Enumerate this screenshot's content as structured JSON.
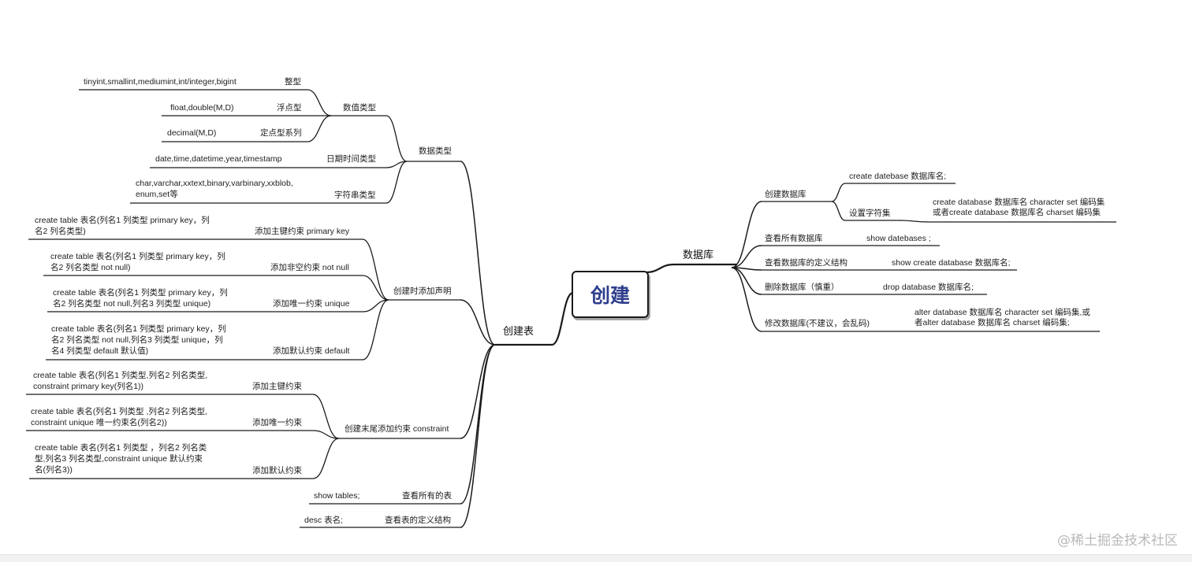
{
  "root": "创建",
  "database": {
    "label": "数据库",
    "create_db": "创建数据库",
    "create_stmt": "create datebase 数据库名;",
    "set_charset": "设置字符集",
    "set_charset_stmt_1": "create database 数据库名 character set 编码集",
    "set_charset_stmt_2": "或者create database 数据库名 charset 编码集",
    "show_all": "查看所有数据库",
    "show_all_stmt": "show datebases ;",
    "show_def": "查看数据库的定义结构",
    "show_def_stmt": "show create database 数据库名;",
    "drop": "删除数据库（慎重）",
    "drop_stmt": "drop database 数据库名;",
    "alter": "修改数据库(不建议，会乱码)",
    "alter_stmt_1": "alter database 数据库名 character set 编码集,或",
    "alter_stmt_2": "者alter database 数据库名 charset 编码集;"
  },
  "table": {
    "label": "创建表",
    "types": {
      "label": "数据类型",
      "numeric": "数值类型",
      "int_label": "整型",
      "int_values": "tinyint,smallint,mediumint,int/integer,bigint",
      "float_label": "浮点型",
      "float_values": "float,double(M,D)",
      "fixed_label": "定点型系列",
      "fixed_values": "decimal(M,D)",
      "datetime_label": "日期时间类型",
      "datetime_values": "date,time,datetime,year,timestamp",
      "string_label": "字符串类型",
      "string_values_1": "char,varchar,xxtext,binary,varbinary,xxblob,",
      "string_values_2": "enum,set等"
    },
    "inline": {
      "label": "创建时添加声明",
      "pk_label": "添加主键约束 primary key",
      "pk_1": "create table 表名(列名1 列类型 primary key，列",
      "pk_2": "名2 列名类型)",
      "nn_label": "添加非空约束 not null",
      "nn_1": "create table 表名(列名1 列类型 primary key，列",
      "nn_2": "名2 列名类型 not null)",
      "uq_label": "添加唯一约束 unique",
      "uq_1": "create table 表名(列名1 列类型 primary key，列",
      "uq_2": "名2 列名类型 not null,列名3 列类型 unique)",
      "df_label": "添加默认约束 default",
      "df_1": "create table 表名(列名1 列类型 primary key，列",
      "df_2": "名2 列名类型 not null,列名3 列类型 unique，列",
      "df_3": "名4  列类型 default 默认值)"
    },
    "tail": {
      "label": "创建末尾添加约束 constraint",
      "pk_label": "添加主键约束",
      "pk_1": "create table 表名(列名1 列类型,列名2 列名类型,",
      "pk_2": "constraint primary key(列名1))",
      "uq_label": "添加唯一约束",
      "uq_1": "create table 表名(列名1 列类型 ,列名2 列名类型,",
      "uq_2": "constraint unique 唯一约束名(列名2))",
      "df_label": "添加默认约束",
      "df_1": "create table 表名(列名1 列类型 ，列名2 列名类",
      "df_2": "型,列名3 列名类型,constraint unique 默认约束",
      "df_3": "名(列名3))"
    },
    "show_tables_label": "查看所有的表",
    "show_tables_stmt": "show tables;",
    "desc_label": "查看表的定义结构",
    "desc_stmt": "desc 表名;"
  },
  "watermark": "@稀土掘金技术社区"
}
